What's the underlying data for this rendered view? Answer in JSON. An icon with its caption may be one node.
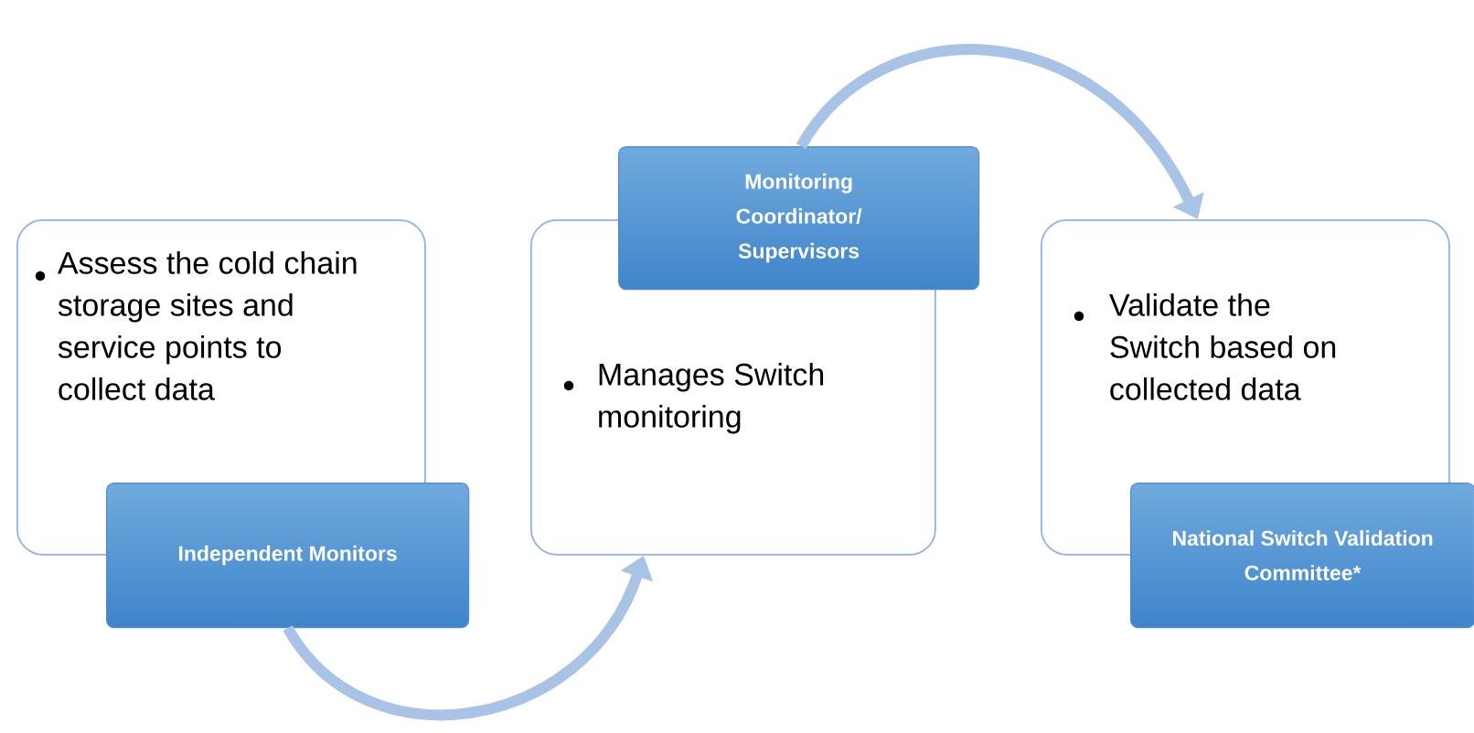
{
  "diagram": {
    "nodes": [
      {
        "text": [
          "Assess the cold chain storage sites and service points to collect data"
        ]
      },
      {
        "text": [
          "Independent Monitors"
        ]
      },
      {
        "text": [
          "Manages Switch monitoring"
        ]
      },
      {
        "text": [
          "Monitoring Coordinator/ Supervisors"
        ]
      },
      {
        "text": [
          "Validate the Switch based on collected data"
        ]
      },
      {
        "text": [
          "National Switch Validation Committee*"
        ]
      }
    ],
    "edges": [
      {
        "from": 1,
        "to": 2,
        "arrow": "to"
      },
      {
        "from": 3,
        "to": 4,
        "arrow": "to"
      }
    ]
  }
}
